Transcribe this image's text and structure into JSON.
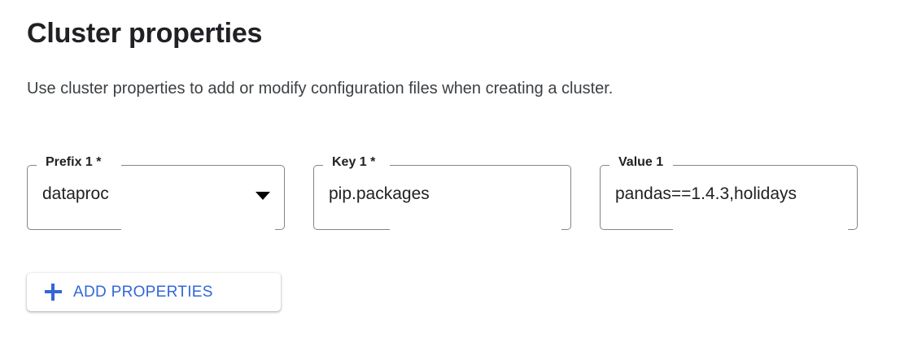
{
  "section": {
    "title": "Cluster properties",
    "description": "Use cluster properties to add or modify configuration files when creating a cluster."
  },
  "fields": [
    {
      "label": "Prefix 1 *",
      "value": "dataproc",
      "type": "select",
      "truncated": false
    },
    {
      "label": "Key 1 *",
      "value": "pip.packages",
      "type": "text",
      "truncated": false
    },
    {
      "label": "Value 1",
      "value": "pandas==1.4.3,holidays",
      "type": "text",
      "truncated": true
    }
  ],
  "add_button": {
    "label": "ADD PROPERTIES",
    "icon": "plus-icon",
    "color": "#3367d6"
  },
  "colors": {
    "background": "#ffffff",
    "text": "#202124",
    "field_border": "#80868b",
    "accent": "#3367d6"
  }
}
